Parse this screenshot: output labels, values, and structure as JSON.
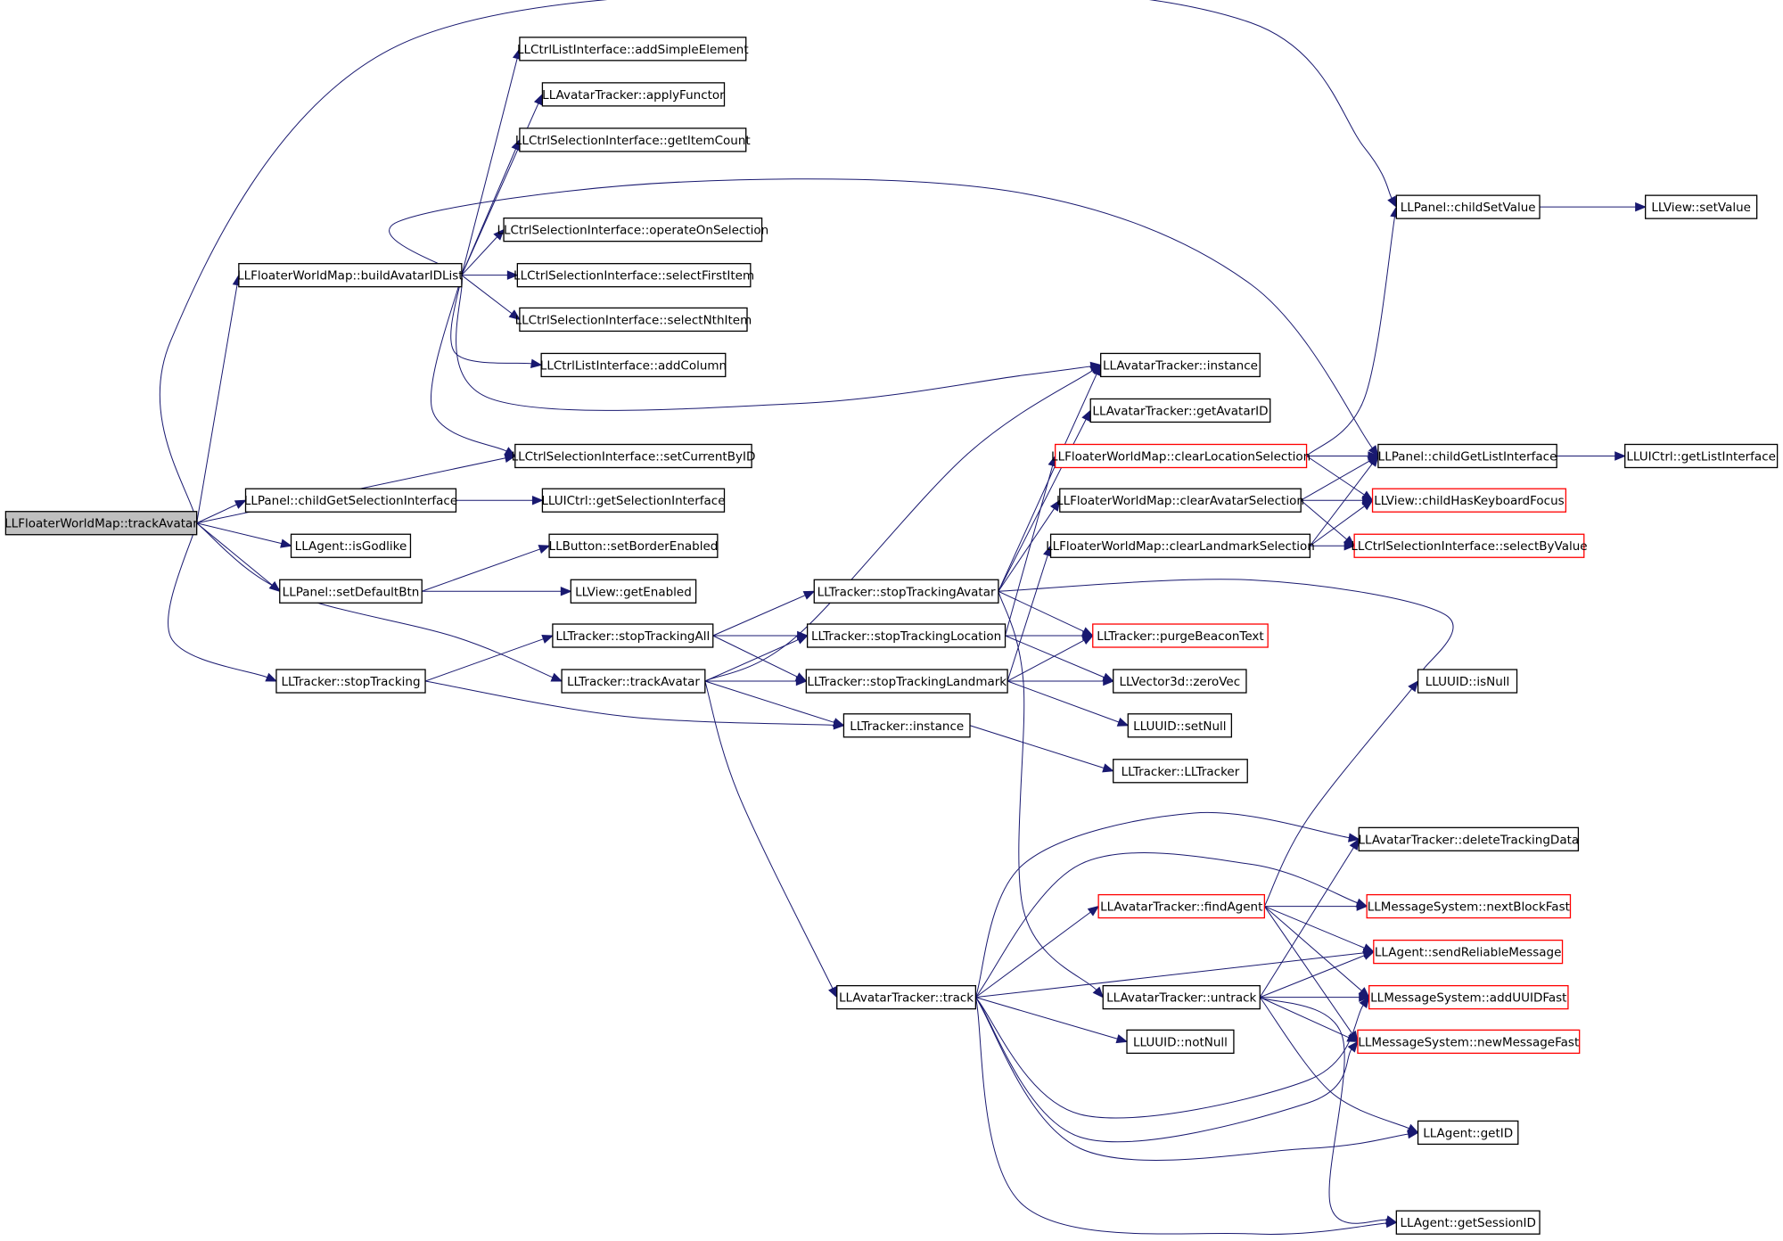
{
  "graph": {
    "nodes": [
      {
        "id": "root",
        "label": "LLFloaterWorldMap::trackAvatar",
        "style": "root"
      },
      {
        "id": "addSimpleElement",
        "label": "LLCtrlListInterface::addSimpleElement",
        "style": "normal"
      },
      {
        "id": "applyFunctor",
        "label": "LLAvatarTracker::applyFunctor",
        "style": "normal"
      },
      {
        "id": "getItemCount",
        "label": "LLCtrlSelectionInterface::getItemCount",
        "style": "normal"
      },
      {
        "id": "operateOnSelection",
        "label": "LLCtrlSelectionInterface::operateOnSelection",
        "style": "normal"
      },
      {
        "id": "buildAvatarIDList",
        "label": "LLFloaterWorldMap::buildAvatarIDList",
        "style": "normal"
      },
      {
        "id": "selectFirstItem",
        "label": "LLCtrlSelectionInterface::selectFirstItem",
        "style": "normal"
      },
      {
        "id": "selectNthItem",
        "label": "LLCtrlSelectionInterface::selectNthItem",
        "style": "normal"
      },
      {
        "id": "addColumn",
        "label": "LLCtrlListInterface::addColumn",
        "style": "normal"
      },
      {
        "id": "setCurrentByID",
        "label": "LLCtrlSelectionInterface::setCurrentByID",
        "style": "normal"
      },
      {
        "id": "childGetSelectionInterface",
        "label": "LLPanel::childGetSelectionInterface",
        "style": "normal"
      },
      {
        "id": "getSelectionInterface",
        "label": "LLUICtrl::getSelectionInterface",
        "style": "normal"
      },
      {
        "id": "isGodlike",
        "label": "LLAgent::isGodlike",
        "style": "normal"
      },
      {
        "id": "setBorderEnabled",
        "label": "LLButton::setBorderEnabled",
        "style": "normal"
      },
      {
        "id": "setDefaultBtn",
        "label": "LLPanel::setDefaultBtn",
        "style": "normal"
      },
      {
        "id": "getEnabled",
        "label": "LLView::getEnabled",
        "style": "normal"
      },
      {
        "id": "stopTrackingAll",
        "label": "LLTracker::stopTrackingAll",
        "style": "normal"
      },
      {
        "id": "stopTracking",
        "label": "LLTracker::stopTracking",
        "style": "normal"
      },
      {
        "id": "trackAvatarT",
        "label": "LLTracker::trackAvatar",
        "style": "normal"
      },
      {
        "id": "stopTrackingAvatar",
        "label": "LLTracker::stopTrackingAvatar",
        "style": "normal"
      },
      {
        "id": "stopTrackingLocation",
        "label": "LLTracker::stopTrackingLocation",
        "style": "normal"
      },
      {
        "id": "stopTrackingLandmark",
        "label": "LLTracker::stopTrackingLandmark",
        "style": "normal"
      },
      {
        "id": "trackerInstance",
        "label": "LLTracker::instance",
        "style": "normal"
      },
      {
        "id": "avInstance",
        "label": "LLAvatarTracker::instance",
        "style": "normal"
      },
      {
        "id": "getAvatarID",
        "label": "LLAvatarTracker::getAvatarID",
        "style": "normal"
      },
      {
        "id": "clearLocationSelection",
        "label": "LLFloaterWorldMap::clearLocationSelection",
        "style": "red"
      },
      {
        "id": "clearAvatarSelection",
        "label": "LLFloaterWorldMap::clearAvatarSelection",
        "style": "normal"
      },
      {
        "id": "clearLandmarkSelection",
        "label": "LLFloaterWorldMap::clearLandmarkSelection",
        "style": "normal"
      },
      {
        "id": "purgeBeaconText",
        "label": "LLTracker::purgeBeaconText",
        "style": "red"
      },
      {
        "id": "zeroVec",
        "label": "LLVector3d::zeroVec",
        "style": "normal"
      },
      {
        "id": "setNull",
        "label": "LLUUID::setNull",
        "style": "normal"
      },
      {
        "id": "llTracker",
        "label": "LLTracker::LLTracker",
        "style": "normal"
      },
      {
        "id": "childSetValue",
        "label": "LLPanel::childSetValue",
        "style": "normal"
      },
      {
        "id": "setValue",
        "label": "LLView::setValue",
        "style": "normal"
      },
      {
        "id": "childGetListInterface",
        "label": "LLPanel::childGetListInterface",
        "style": "normal"
      },
      {
        "id": "getListInterface",
        "label": "LLUICtrl::getListInterface",
        "style": "normal"
      },
      {
        "id": "childHasKeyboardFocus",
        "label": "LLView::childHasKeyboardFocus",
        "style": "red"
      },
      {
        "id": "selectByValue",
        "label": "LLCtrlSelectionInterface::selectByValue",
        "style": "red"
      },
      {
        "id": "isNull",
        "label": "LLUUID::isNull",
        "style": "normal"
      },
      {
        "id": "deleteTrackingData",
        "label": "LLAvatarTracker::deleteTrackingData",
        "style": "normal"
      },
      {
        "id": "findAgent",
        "label": "LLAvatarTracker::findAgent",
        "style": "red"
      },
      {
        "id": "nextBlockFast",
        "label": "LLMessageSystem::nextBlockFast",
        "style": "red"
      },
      {
        "id": "sendReliableMessage",
        "label": "LLAgent::sendReliableMessage",
        "style": "red"
      },
      {
        "id": "avTrack",
        "label": "LLAvatarTracker::track",
        "style": "normal"
      },
      {
        "id": "untrack",
        "label": "LLAvatarTracker::untrack",
        "style": "normal"
      },
      {
        "id": "addUUIDFast",
        "label": "LLMessageSystem::addUUIDFast",
        "style": "red"
      },
      {
        "id": "notNull",
        "label": "LLUUID::notNull",
        "style": "normal"
      },
      {
        "id": "newMessageFast",
        "label": "LLMessageSystem::newMessageFast",
        "style": "red"
      },
      {
        "id": "getID",
        "label": "LLAgent::getID",
        "style": "normal"
      },
      {
        "id": "getSessionID",
        "label": "LLAgent::getSessionID",
        "style": "normal"
      }
    ],
    "edges": [
      [
        "root",
        "childSetValue"
      ],
      [
        "root",
        "buildAvatarIDList"
      ],
      [
        "root",
        "setCurrentByID"
      ],
      [
        "root",
        "childGetSelectionInterface"
      ],
      [
        "root",
        "isGodlike"
      ],
      [
        "root",
        "setDefaultBtn"
      ],
      [
        "root",
        "stopTracking"
      ],
      [
        "root",
        "trackAvatarT"
      ],
      [
        "buildAvatarIDList",
        "addSimpleElement"
      ],
      [
        "buildAvatarIDList",
        "applyFunctor"
      ],
      [
        "buildAvatarIDList",
        "getItemCount"
      ],
      [
        "buildAvatarIDList",
        "operateOnSelection"
      ],
      [
        "buildAvatarIDList",
        "selectFirstItem"
      ],
      [
        "buildAvatarIDList",
        "selectNthItem"
      ],
      [
        "buildAvatarIDList",
        "addColumn"
      ],
      [
        "buildAvatarIDList",
        "avInstance"
      ],
      [
        "buildAvatarIDList",
        "setCurrentByID"
      ],
      [
        "buildAvatarIDList",
        "childGetListInterface"
      ],
      [
        "childGetSelectionInterface",
        "getSelectionInterface"
      ],
      [
        "setDefaultBtn",
        "setBorderEnabled"
      ],
      [
        "setDefaultBtn",
        "getEnabled"
      ],
      [
        "stopTracking",
        "stopTrackingAll"
      ],
      [
        "stopTracking",
        "trackerInstance"
      ],
      [
        "stopTrackingAll",
        "stopTrackingAvatar"
      ],
      [
        "stopTrackingAll",
        "stopTrackingLocation"
      ],
      [
        "stopTrackingAll",
        "stopTrackingLandmark"
      ],
      [
        "trackAvatarT",
        "stopTrackingLocation"
      ],
      [
        "trackAvatarT",
        "stopTrackingLandmark"
      ],
      [
        "trackAvatarT",
        "trackerInstance"
      ],
      [
        "trackAvatarT",
        "avInstance"
      ],
      [
        "trackAvatarT",
        "avTrack"
      ],
      [
        "stopTrackingAvatar",
        "avInstance"
      ],
      [
        "stopTrackingAvatar",
        "getAvatarID"
      ],
      [
        "stopTrackingAvatar",
        "clearAvatarSelection"
      ],
      [
        "stopTrackingAvatar",
        "purgeBeaconText"
      ],
      [
        "stopTrackingAvatar",
        "isNull"
      ],
      [
        "stopTrackingAvatar",
        "untrack"
      ],
      [
        "stopTrackingLocation",
        "clearLocationSelection"
      ],
      [
        "stopTrackingLocation",
        "purgeBeaconText"
      ],
      [
        "stopTrackingLocation",
        "zeroVec"
      ],
      [
        "stopTrackingLandmark",
        "clearLandmarkSelection"
      ],
      [
        "stopTrackingLandmark",
        "purgeBeaconText"
      ],
      [
        "stopTrackingLandmark",
        "zeroVec"
      ],
      [
        "stopTrackingLandmark",
        "setNull"
      ],
      [
        "trackerInstance",
        "llTracker"
      ],
      [
        "childSetValue",
        "setValue"
      ],
      [
        "clearLocationSelection",
        "childSetValue"
      ],
      [
        "clearLocationSelection",
        "childGetListInterface"
      ],
      [
        "clearLocationSelection",
        "childHasKeyboardFocus"
      ],
      [
        "clearAvatarSelection",
        "childGetListInterface"
      ],
      [
        "clearAvatarSelection",
        "childHasKeyboardFocus"
      ],
      [
        "clearAvatarSelection",
        "selectByValue"
      ],
      [
        "clearLandmarkSelection",
        "childGetListInterface"
      ],
      [
        "clearLandmarkSelection",
        "childHasKeyboardFocus"
      ],
      [
        "clearLandmarkSelection",
        "selectByValue"
      ],
      [
        "childGetListInterface",
        "getListInterface"
      ],
      [
        "avTrack",
        "deleteTrackingData"
      ],
      [
        "avTrack",
        "findAgent"
      ],
      [
        "avTrack",
        "nextBlockFast"
      ],
      [
        "avTrack",
        "sendReliableMessage"
      ],
      [
        "avTrack",
        "addUUIDFast"
      ],
      [
        "avTrack",
        "notNull"
      ],
      [
        "avTrack",
        "newMessageFast"
      ],
      [
        "avTrack",
        "getID"
      ],
      [
        "avTrack",
        "getSessionID"
      ],
      [
        "findAgent",
        "isNull"
      ],
      [
        "findAgent",
        "nextBlockFast"
      ],
      [
        "findAgent",
        "sendReliableMessage"
      ],
      [
        "findAgent",
        "addUUIDFast"
      ],
      [
        "findAgent",
        "newMessageFast"
      ],
      [
        "untrack",
        "deleteTrackingData"
      ],
      [
        "untrack",
        "sendReliableMessage"
      ],
      [
        "untrack",
        "addUUIDFast"
      ],
      [
        "untrack",
        "newMessageFast"
      ],
      [
        "untrack",
        "getID"
      ],
      [
        "untrack",
        "getSessionID"
      ]
    ]
  }
}
